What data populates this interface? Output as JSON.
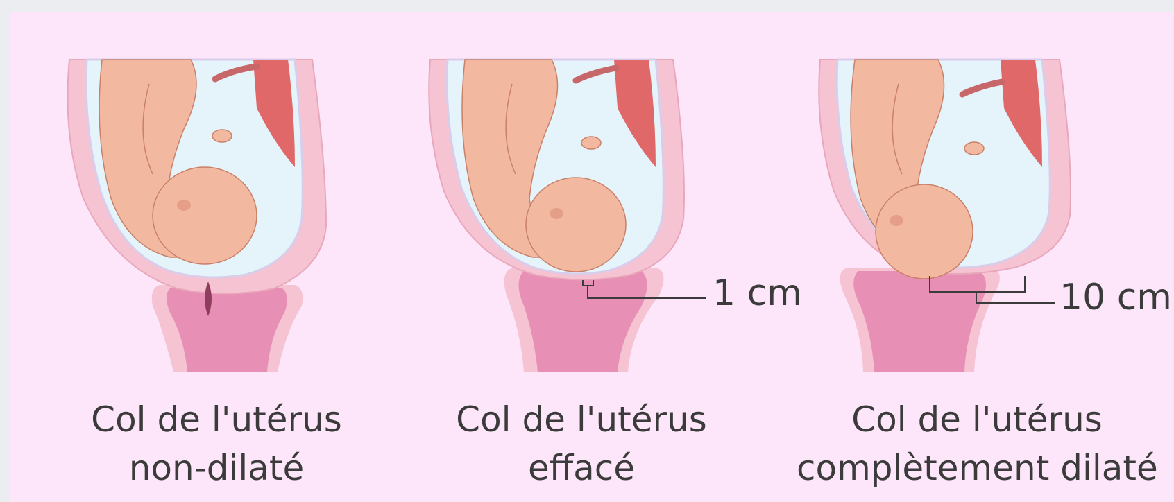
{
  "stages": [
    {
      "line1": "Col de l'utérus",
      "line2": "non-dilaté",
      "measure": ""
    },
    {
      "line1": "Col de l'utérus",
      "line2": "effacé",
      "measure": "1 cm"
    },
    {
      "line1": "Col de l'utérus",
      "line2": "complètement dilaté",
      "measure": "10 cm"
    }
  ],
  "colors": {
    "background": "#fde6f9",
    "uterus_wall": "#f5c3d2",
    "amniotic_fluid": "#e5f4fb",
    "fetus_skin": "#f2b8a0",
    "fetus_outline": "#c98068",
    "placenta": "#e06868",
    "cervix": "#e78fb4",
    "text": "#3b3b3b"
  }
}
